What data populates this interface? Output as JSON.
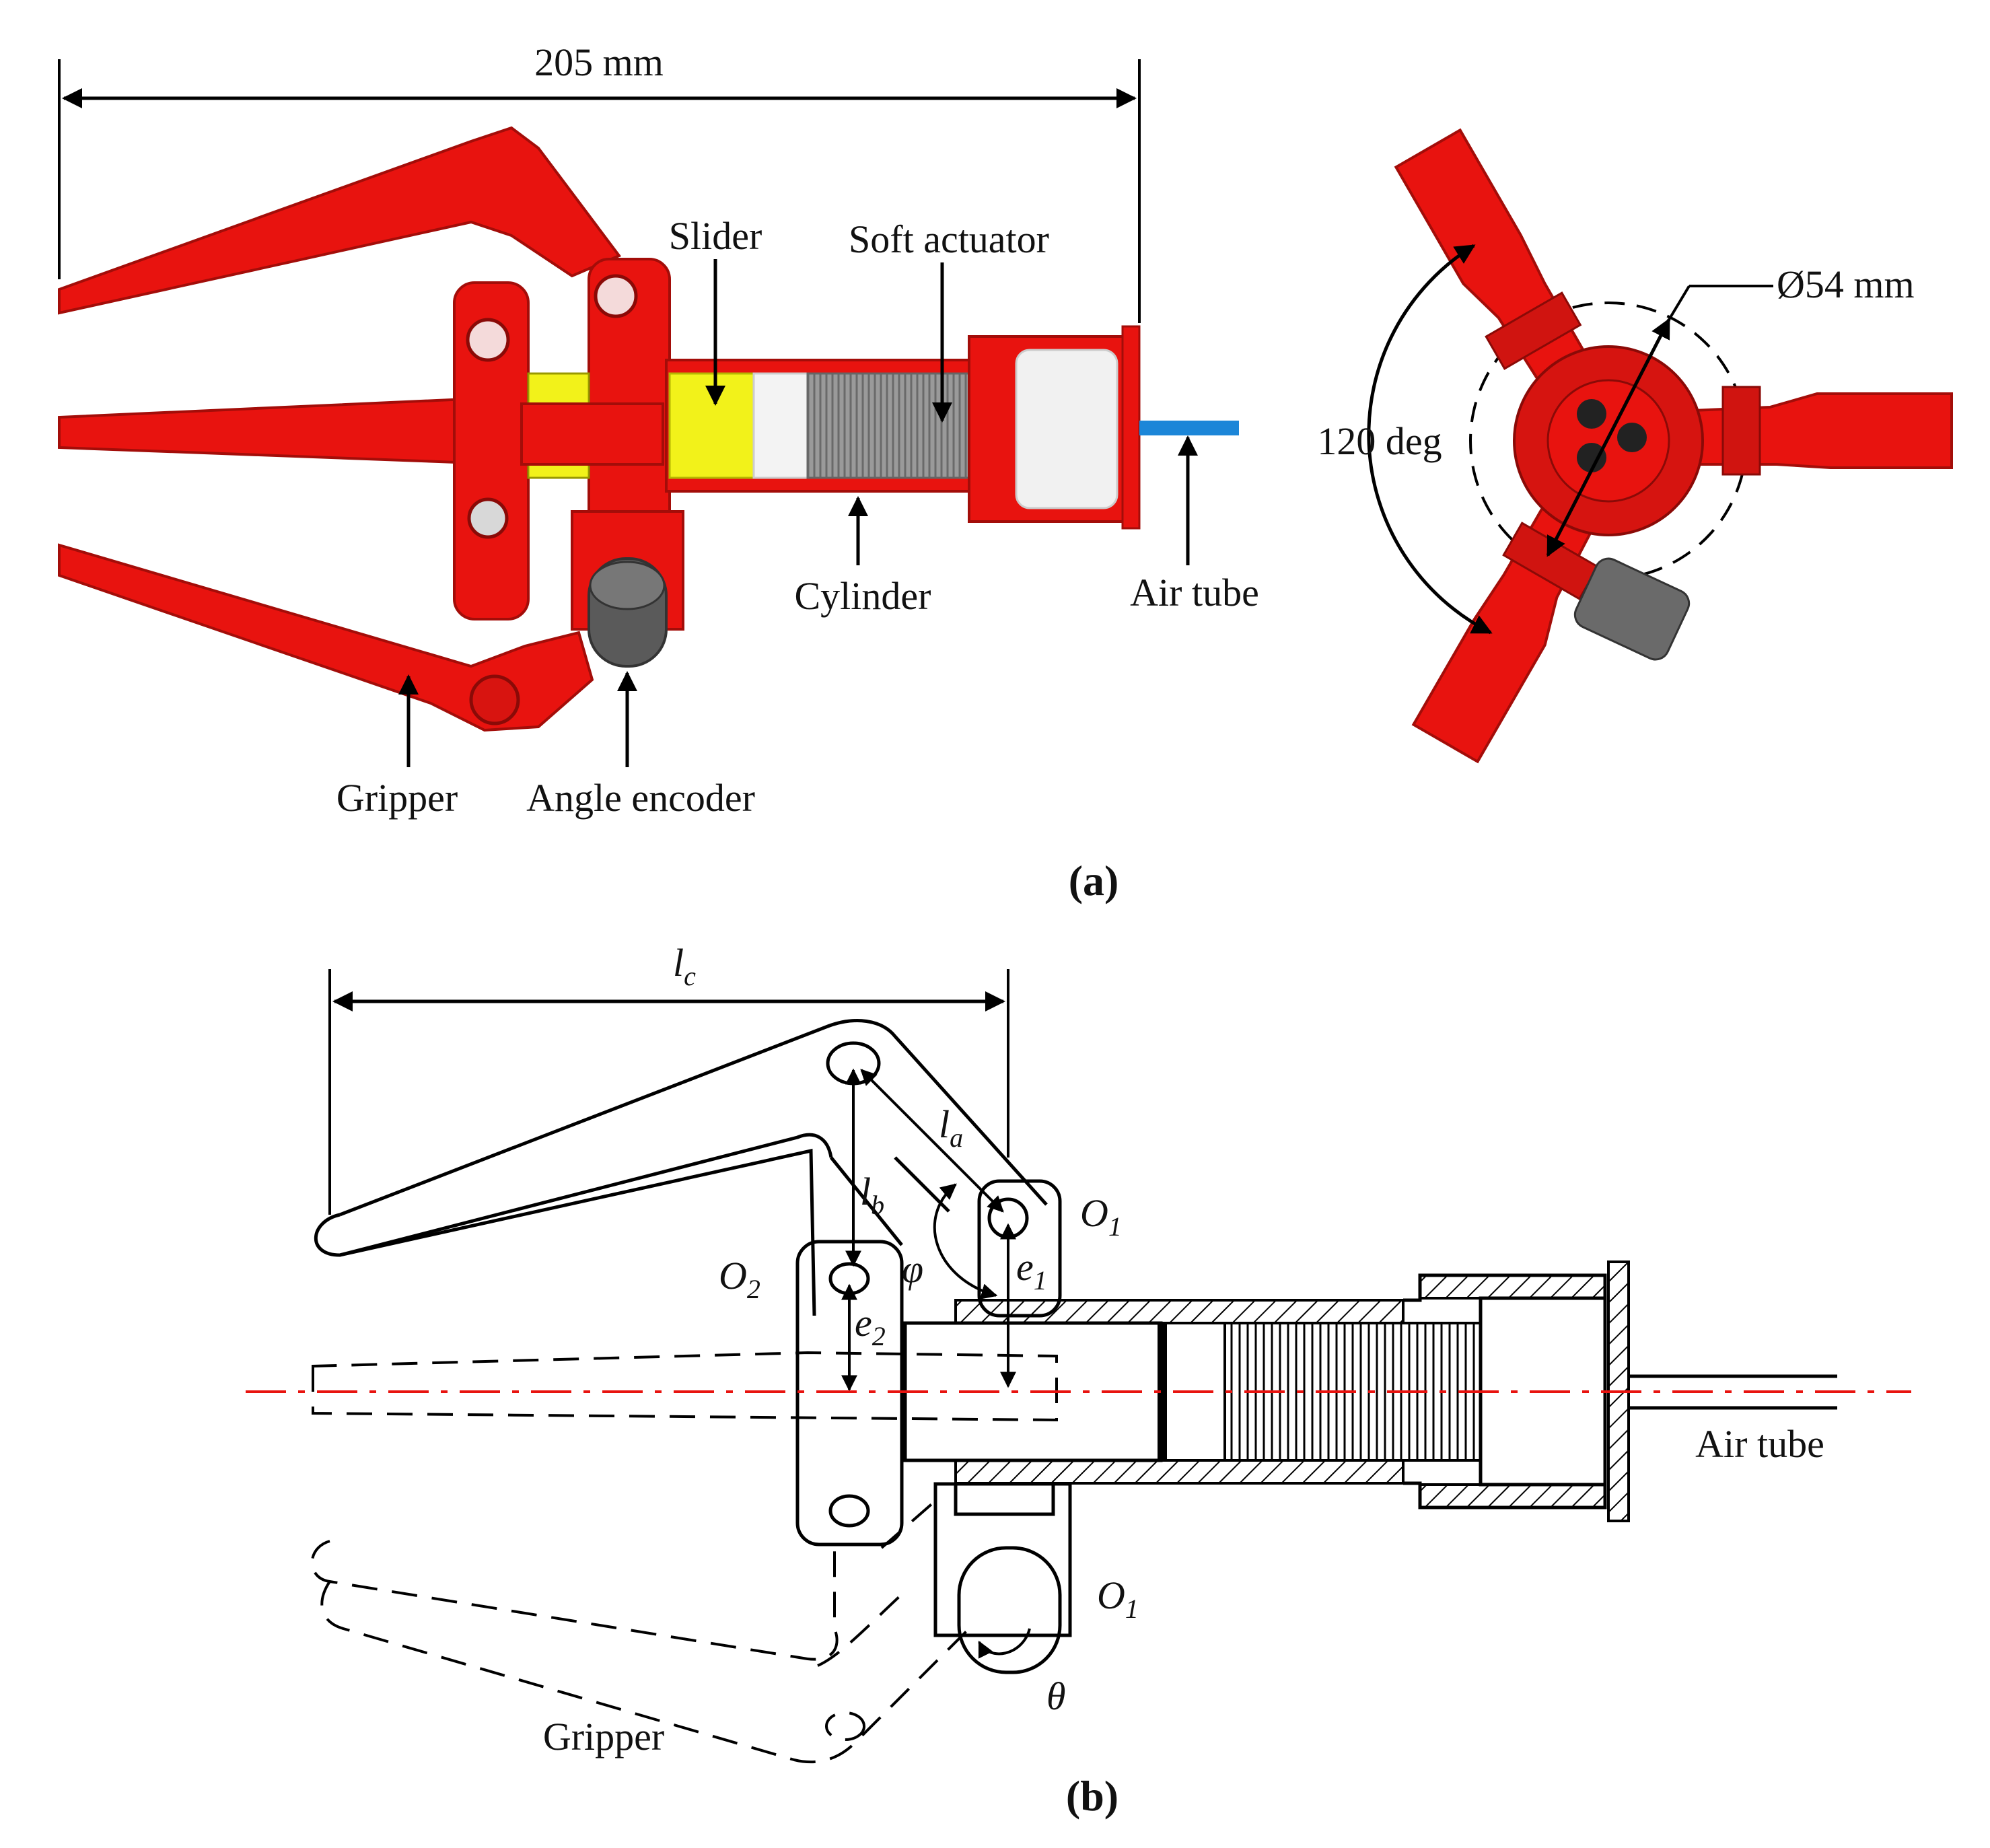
{
  "panel_a": {
    "caption": "(a)",
    "dimension_length": "205 mm",
    "dimension_diameter": "Ø54 mm",
    "angle_label": "120 deg",
    "labels": {
      "slider": "Slider",
      "soft_actuator": "Soft actuator",
      "cylinder": "Cylinder",
      "air_tube": "Air tube",
      "gripper": "Gripper",
      "angle_encoder": "Angle encoder"
    },
    "colors": {
      "body_red": "#e8130f",
      "dark_red": "#b00c08",
      "slider_yellow": "#f2f21a",
      "air_tube_blue": "#1c86d8",
      "encoder_gray": "#5a5a5a",
      "actuator_gray": "#8c8c8c"
    }
  },
  "panel_b": {
    "caption": "(b)",
    "symbols": {
      "lc": "l",
      "lc_sub": "c",
      "la": "l",
      "la_sub": "a",
      "lb": "l",
      "lb_sub": "b",
      "o1_top": "O",
      "o1_top_sub": "1",
      "o2": "O",
      "o2_sub": "2",
      "o1_bottom": "O",
      "o1_bottom_sub": "1",
      "e1": "e",
      "e1_sub": "1",
      "e2": "e",
      "e2_sub": "2",
      "phi": "φ",
      "theta": "θ"
    },
    "labels": {
      "air_tube": "Air tube",
      "gripper": "Gripper"
    },
    "colors": {
      "axis_red": "#e8130f"
    }
  }
}
